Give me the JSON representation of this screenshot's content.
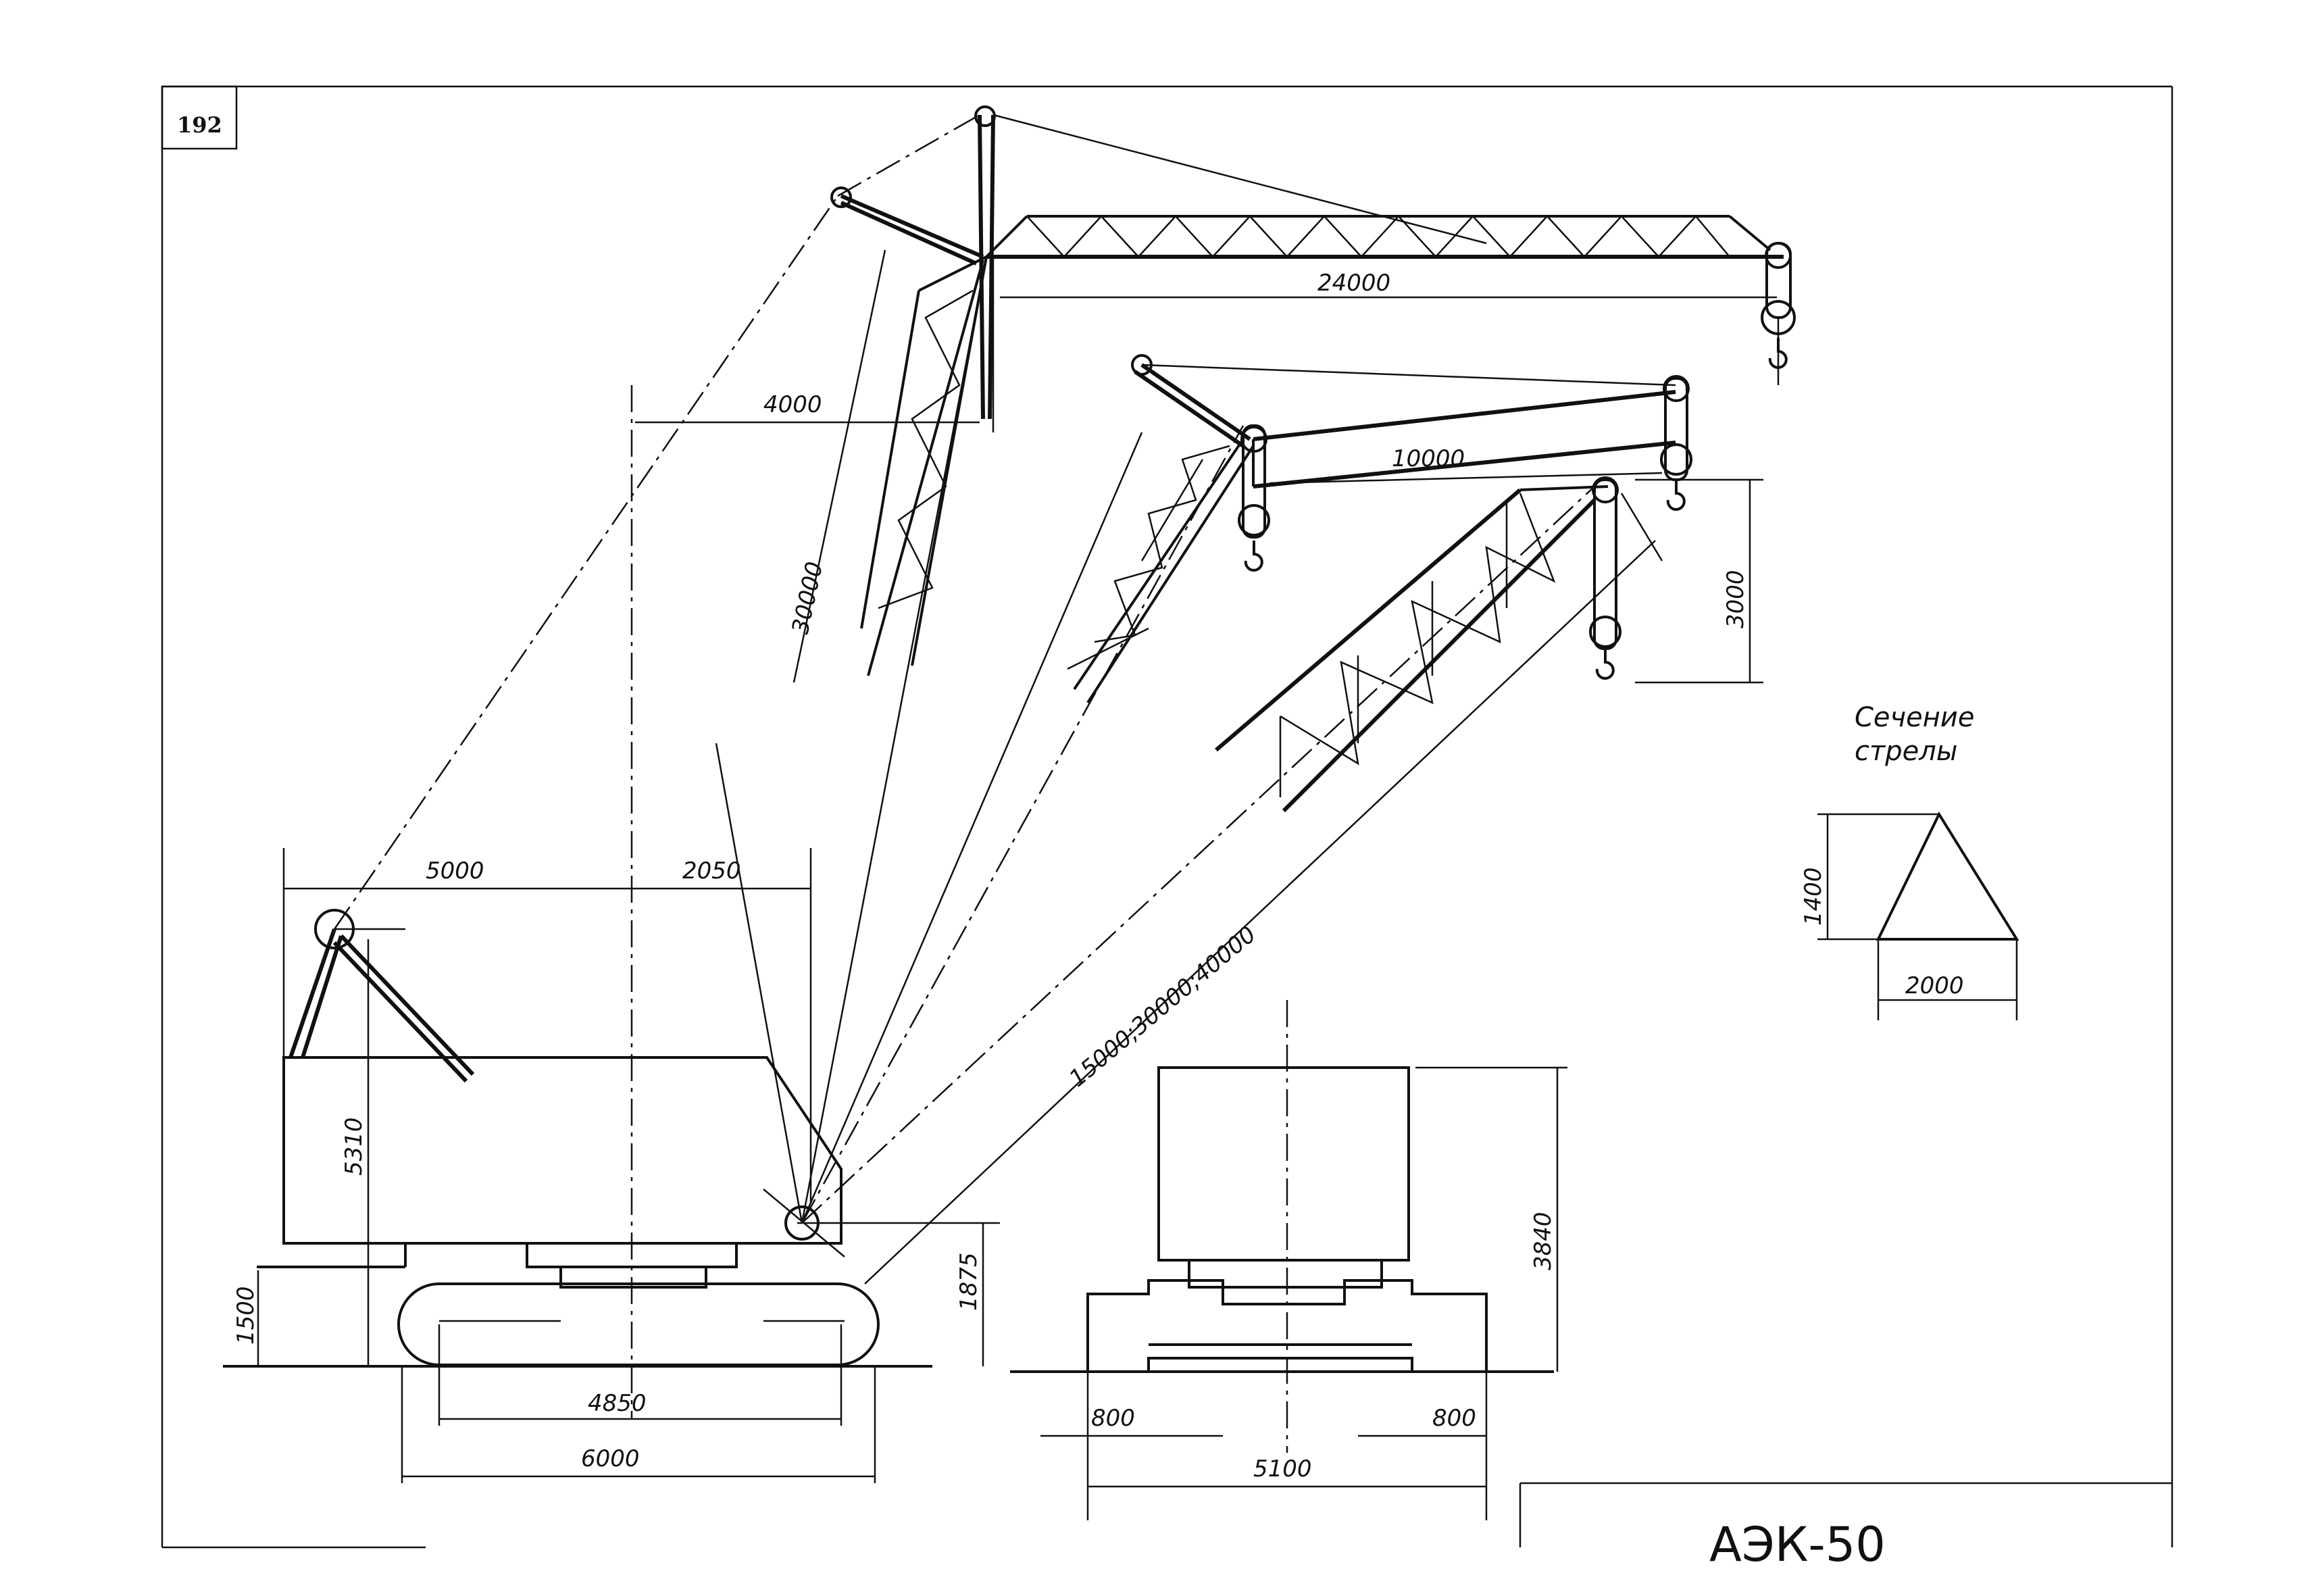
{
  "page": {
    "number": "192"
  },
  "dimensions": {
    "jib_length": "24000",
    "jib_length_short": "10000",
    "mast_height": "30000",
    "jib_offset": "4000",
    "boom_lengths": "15000;30000;40000",
    "hook_drop": "3000",
    "rear_radius": "5000",
    "pivot_offset": "2050",
    "cab_height": "5310",
    "track_height": "1500",
    "pivot_height": "1875",
    "track_base": "4850",
    "track_length": "6000",
    "front_height": "3840",
    "track_width_left": "800",
    "track_width_right": "800",
    "front_width": "5100",
    "section_height": "1400",
    "section_width": "2000"
  },
  "section": {
    "label_line1": "Сечение",
    "label_line2": "стрелы"
  },
  "title_block": {
    "title": "АЭК-50"
  }
}
